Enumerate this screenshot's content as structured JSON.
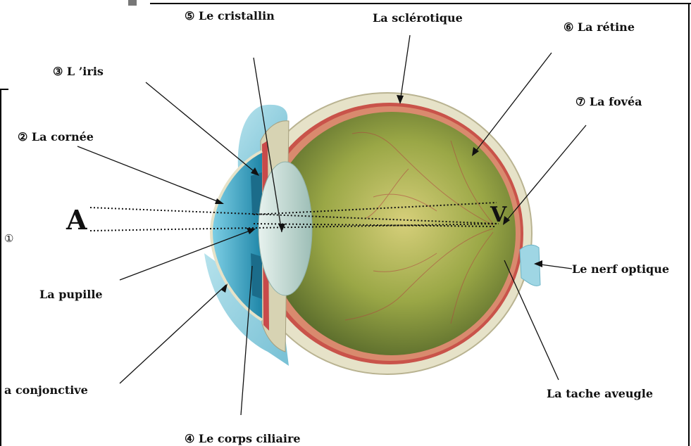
{
  "labels": {
    "cristallin": "⑤ Le cristallin",
    "sclerotique": "La sclérotique",
    "retine": "⑥ La rétine",
    "iris": "③ L ’iris",
    "fovea": "⑦  La fovéa",
    "cornee": "② La cornée",
    "pupille": "La pupille",
    "nerf": "Le nerf optique",
    "conjonctive": "a conjonctive",
    "tache": "La tache aveugle",
    "corps": "④  Le corps ciliaire",
    "marker1": "①",
    "pointA": "A",
    "pointV": "V"
  },
  "colors": {
    "cornea": "#3aa6c6",
    "sclera": "#e6e2c8",
    "retina": "#c9534a",
    "vitreous": "#8a9a3a",
    "lens": "#bcd7cf"
  }
}
